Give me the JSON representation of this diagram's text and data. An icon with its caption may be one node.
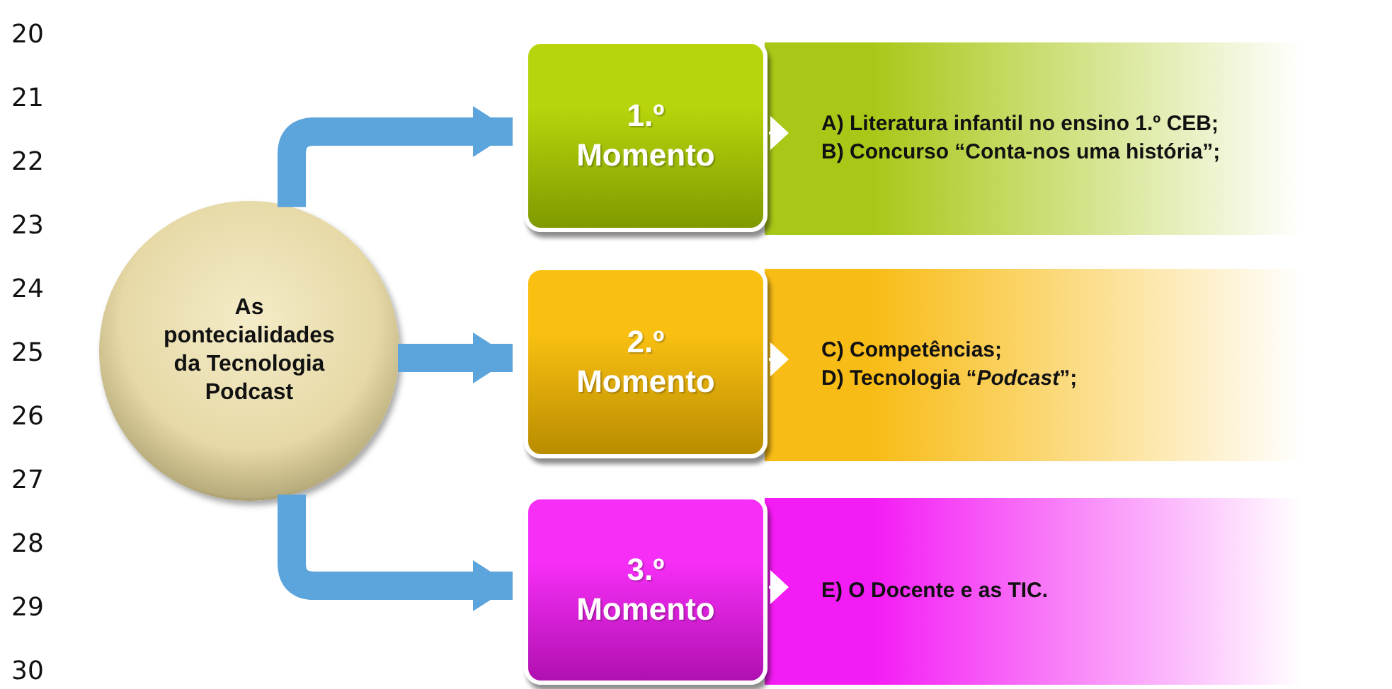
{
  "diagram": {
    "nodes": [
      {
        "text": [
          "As pontecialidades da Tecnologia Podcast"
        ]
      },
      {
        "text": [
          "1.º Momento"
        ]
      },
      {
        "text": [
          "A) Literatura infantil no ensino 1.º CEB;",
          "B) Concurso “Conta-nos uma história”;"
        ]
      },
      {
        "text": [
          "2.º Momento"
        ]
      },
      {
        "text": [
          "C) Competências;",
          "D) Tecnologia “*Podcast*”;"
        ]
      },
      {
        "text": [
          "3.º Momento"
        ]
      },
      {
        "text": [
          "E) O Docente e as TIC."
        ]
      }
    ],
    "edges": [
      {
        "from": 0,
        "to": 1,
        "arrow": "to",
        "style": "thick"
      },
      {
        "from": 1,
        "to": 2,
        "arrow": "to",
        "color": "#ffffff"
      },
      {
        "from": 0,
        "to": 3,
        "arrow": "to",
        "style": "thick"
      },
      {
        "from": 3,
        "to": 4,
        "arrow": "to",
        "color": "#ffffff"
      },
      {
        "from": 0,
        "to": 5,
        "arrow": "to",
        "style": "thick"
      },
      {
        "from": 5,
        "to": 6,
        "arrow": "to",
        "color": "#ffffff"
      }
    ],
    "labels": [
      "20",
      "21",
      "22",
      "23",
      "24",
      "25",
      "26",
      "27",
      "28",
      "29",
      "30"
    ]
  }
}
